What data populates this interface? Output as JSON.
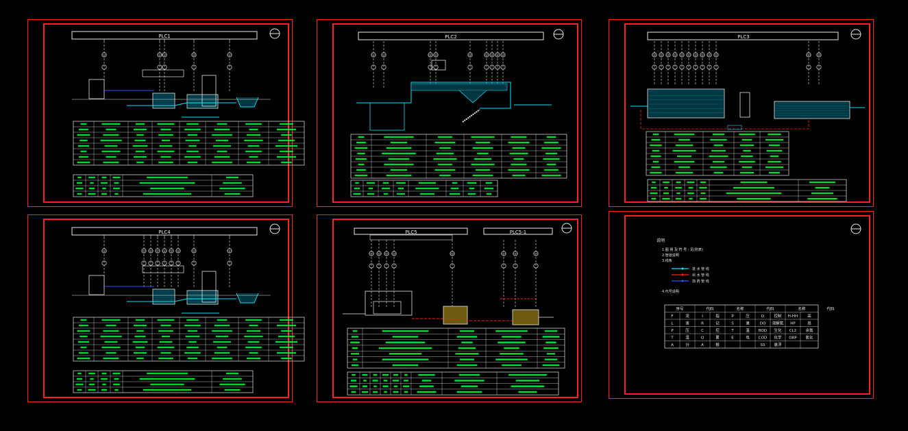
{
  "drawing": {
    "background": "#000000",
    "frame_color": "#ff2020",
    "line_color": "#e8e8e8",
    "water_color": "#00e5ff",
    "pipe_colors": [
      "#00e5ff",
      "#ff2020",
      "#3050ff"
    ],
    "sheets": [
      {
        "id": "sheet-1",
        "title": "PLC1",
        "kind": "process-table"
      },
      {
        "id": "sheet-2",
        "title": "PLC2",
        "kind": "process-table"
      },
      {
        "id": "sheet-3",
        "title": "PLC3",
        "kind": "process-table"
      },
      {
        "id": "sheet-4",
        "title": "PLC4",
        "kind": "process-table"
      },
      {
        "id": "sheet-5",
        "title": "PLC5",
        "title_b": "PLC5-1",
        "kind": "process-table"
      },
      {
        "id": "sheet-6",
        "title": "",
        "kind": "legend"
      }
    ],
    "legend": {
      "heading": "说明",
      "lines": [
        "1.图 例 及 符 号 :  见(附表)",
        "2.管道说明",
        "3.线条"
      ],
      "pipe_items": [
        "进 水 管 线",
        "出 水 管 线",
        "加 药 管 线"
      ],
      "table_caption": "4.代号说明",
      "table_headers": [
        "序号",
        "代码",
        "名称",
        "代码",
        "名称",
        "代码"
      ],
      "table_rows": [
        [
          "F",
          "流",
          "I",
          "指",
          "P",
          "压",
          "D",
          "控制",
          "H-HH",
          "高"
        ],
        [
          "L",
          "液",
          "R",
          "记",
          "S",
          "速",
          "DO",
          "溶解氧",
          "HP",
          "高"
        ],
        [
          "P",
          "压",
          "C",
          "控",
          "T",
          "温",
          "BOD",
          "生化",
          "CL2",
          "余氯"
        ],
        [
          "T",
          "温",
          "Q",
          "累",
          "E",
          "电",
          "COD",
          "化学",
          "ORP",
          "氧化"
        ],
        [
          "A",
          "分",
          "A",
          "报",
          "",
          "",
          "SS",
          "悬浮",
          "",
          ""
        ]
      ]
    }
  }
}
